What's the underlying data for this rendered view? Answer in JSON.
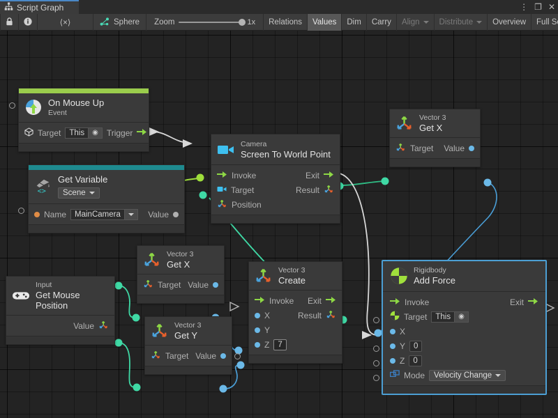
{
  "window": {
    "tab_title": "Script Graph",
    "tab_icon": "graph-icon",
    "menu_icon": "kebab-menu-icon",
    "maximize_icon": "maximize-icon",
    "close_icon": "close-icon"
  },
  "toolbar": {
    "lock_icon": "lock-icon",
    "info_icon": "info-icon",
    "code_label": "⟨×⟩",
    "object_icon": "script-graph-asset-icon",
    "object_label": "Sphere",
    "zoom_label": "Zoom",
    "zoom_value": "1x",
    "buttons": [
      {
        "label": "Relations",
        "state": "normal"
      },
      {
        "label": "Values",
        "state": "active"
      },
      {
        "label": "Dim",
        "state": "normal"
      },
      {
        "label": "Carry",
        "state": "normal"
      },
      {
        "label": "Align",
        "state": "disabled",
        "caret": true
      },
      {
        "label": "Distribute",
        "state": "disabled",
        "caret": true
      },
      {
        "label": "Overview",
        "state": "normal"
      },
      {
        "label": "Full Screen",
        "state": "normal"
      }
    ]
  },
  "graph": {
    "nodes": [
      {
        "id": "on-mouse-up",
        "subtitle": "On Mouse Up",
        "title": "Event",
        "accent": "#9acd4c",
        "icon": "mouse-up-icon",
        "rows": [
          {
            "left_label": "Target",
            "left_value": "This",
            "right_label": "Trigger",
            "right_icon": "arrow-right-green"
          }
        ]
      },
      {
        "id": "get-variable",
        "subtitle": "Get Variable",
        "title": "",
        "accent": "#1e8a8f",
        "icon": "unity-variable-icon",
        "scope_dropdown": "Scene",
        "rows": [
          {
            "left_label": "Name",
            "left_value": "MainCamera",
            "right_label": "Value"
          }
        ]
      },
      {
        "id": "screen-to-world-point",
        "subtitle": "Camera",
        "title": "Screen To World Point",
        "accent": "",
        "icon": "camera-icon",
        "rows": [
          {
            "left_label": "Invoke",
            "right_label": "Exit"
          },
          {
            "left_label": "Target",
            "right_label": "Result"
          },
          {
            "left_label": "Position",
            "right_label": ""
          }
        ]
      },
      {
        "id": "vector3-get-x-top",
        "subtitle": "Vector 3",
        "title": "Get X",
        "accent": "",
        "icon": "vector3-icon",
        "rows": [
          {
            "left_label": "Target",
            "right_label": "Value"
          }
        ]
      },
      {
        "id": "vector3-get-x-mid",
        "subtitle": "Vector 3",
        "title": "Get X",
        "accent": "",
        "icon": "vector3-icon",
        "rows": [
          {
            "left_label": "Target",
            "right_label": "Value"
          }
        ]
      },
      {
        "id": "vector3-get-y",
        "subtitle": "Vector 3",
        "title": "Get Y",
        "accent": "",
        "icon": "vector3-icon",
        "rows": [
          {
            "left_label": "Target",
            "right_label": "Value"
          }
        ]
      },
      {
        "id": "input-get-mouse-position",
        "subtitle": "Input",
        "title": "Get Mouse Position",
        "accent": "",
        "icon": "gamepad-icon",
        "rows": [
          {
            "left_label": "",
            "right_label": "Value"
          }
        ]
      },
      {
        "id": "vector3-create",
        "subtitle": "Vector 3",
        "title": "Create",
        "accent": "",
        "icon": "vector3-icon",
        "rows": [
          {
            "left_label": "Invoke",
            "right_label": "Exit"
          },
          {
            "left_label": "X",
            "right_label": "Result"
          },
          {
            "left_label": "Y",
            "right_label": ""
          },
          {
            "left_label": "Z",
            "left_value": "7",
            "right_label": ""
          }
        ]
      },
      {
        "id": "rigidbody-add-force",
        "subtitle": "Rigidbody",
        "title": "Add Force",
        "accent": "",
        "icon": "rigidbody-icon",
        "selected": true,
        "rows": [
          {
            "left_label": "Invoke",
            "right_label": "Exit"
          },
          {
            "left_label": "Target",
            "left_value": "This"
          },
          {
            "left_label": "X"
          },
          {
            "left_label": "Y",
            "left_value": "0"
          },
          {
            "left_label": "Z",
            "left_value": "0"
          },
          {
            "left_label": "Mode",
            "left_value": "Velocity Change"
          }
        ]
      }
    ],
    "wire_colors": {
      "control_flow": "#d8d8d8",
      "gameobject": "#9ede3b",
      "vector3": "#3fd9a5",
      "float": "#5ba7db"
    }
  }
}
